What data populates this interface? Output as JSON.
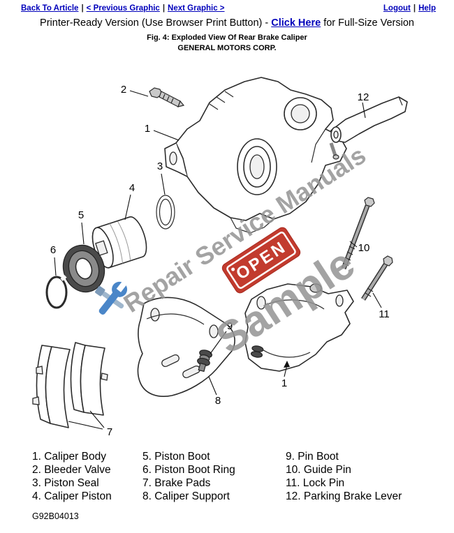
{
  "nav": {
    "back": "Back To Article",
    "prev": "< Previous Graphic",
    "next": "Next Graphic >",
    "logout": "Logout",
    "help": "Help",
    "sep": "|"
  },
  "header": {
    "prefix": "Printer-Ready Version (Use Browser Print Button) - ",
    "link": "Click Here",
    "suffix": " for Full-Size Version",
    "caption": "Fig. 4: Exploded View Of Rear Brake Caliper",
    "company": "GENERAL MOTORS CORP."
  },
  "watermark": {
    "brand": "Repair Service Manuals",
    "sample": "Sample",
    "open": "OPEN"
  },
  "callouts": {
    "c1": "1",
    "c2": "2",
    "c3": "3",
    "c4": "4",
    "c5": "5",
    "c6": "6",
    "c7": "7",
    "c8": "8",
    "c9": "9",
    "c10": "10",
    "c11": "11",
    "c12": "12",
    "c1b": "1"
  },
  "legend": {
    "col1": [
      "1. Caliper Body",
      "2. Bleeder Valve",
      "3. Piston Seal",
      "4. Caliper Piston"
    ],
    "col2": [
      "5. Piston Boot",
      "6. Piston Boot Ring",
      "7. Brake Pads",
      "8. Caliper Support"
    ],
    "col3": [
      "9. Pin Boot",
      "10. Guide Pin",
      "11. Lock Pin",
      "12. Parking Brake Lever"
    ]
  },
  "footer": {
    "code": "G92B04013"
  },
  "colors": {
    "link": "#0000bb",
    "open_red": "#c23b2e",
    "watermark_gray": "#949494",
    "wrench_blue": "#4a86c8"
  }
}
